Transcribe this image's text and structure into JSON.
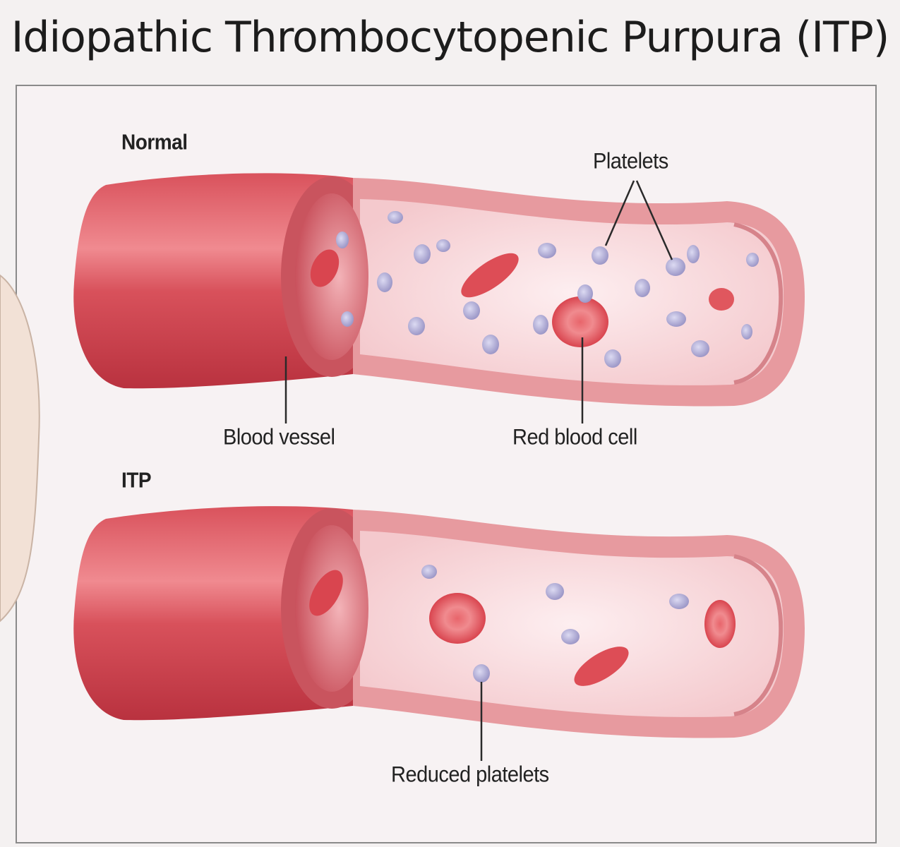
{
  "title": "Idiopathic Thrombocytopenic Purpura (ITP)",
  "sections": {
    "normal": "Normal",
    "itp": "ITP"
  },
  "labels": {
    "platelets": "Platelets",
    "blood_vessel": "Blood vessel",
    "red_blood_cell": "Red blood cell",
    "reduced_platelets": "Reduced platelets"
  },
  "colors": {
    "vessel_outer": "#cf4a55",
    "vessel_wall": "#e89b9d",
    "lumen": "#fbe3e5",
    "red_blood_cell": "#e0575e",
    "platelet": "#b7b3d9"
  }
}
